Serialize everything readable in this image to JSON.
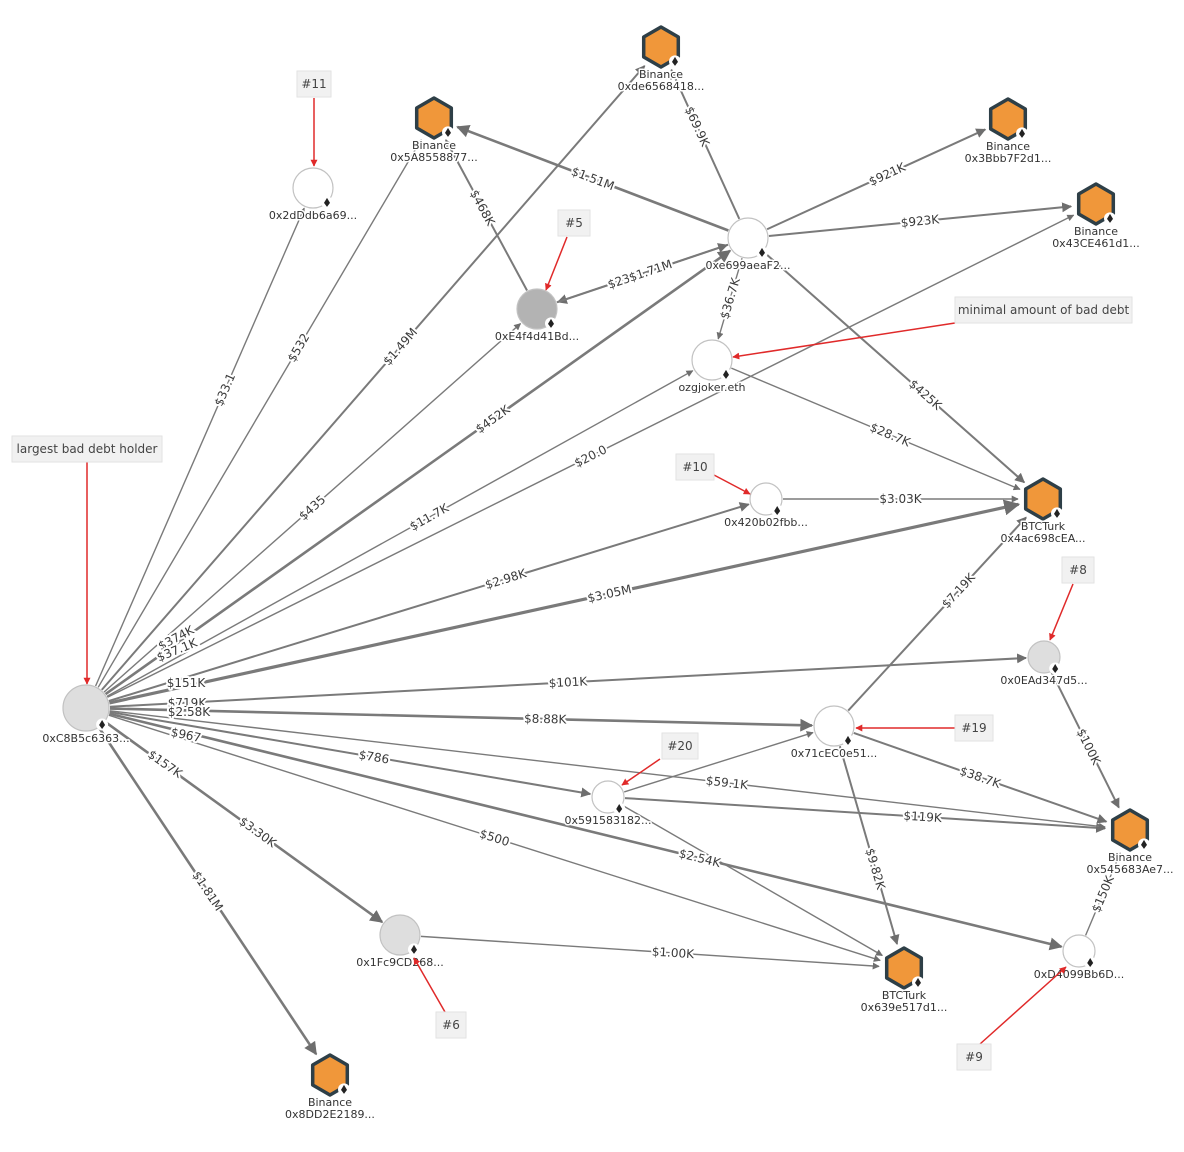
{
  "colors": {
    "edge": "#7a7a7a",
    "exchange_fill": "#f0973a",
    "exchange_stroke": "#2e3f47",
    "address_stroke": "#c2c2c2",
    "highlight": "#e02a2a",
    "callout_bg": "#f1f1f1"
  },
  "nodes": [
    {
      "id": "c8b5",
      "kind": "address",
      "shade": "light",
      "size": "xl",
      "label": "0xC8B5c6363..."
    },
    {
      "id": "dedd",
      "kind": "address",
      "shade": "white",
      "size": "m",
      "label": "0x2dDdb6a69..."
    },
    {
      "id": "b5a8",
      "kind": "exchange",
      "size": "m",
      "name": "Binance",
      "label": "0x5A8558877..."
    },
    {
      "id": "bde6",
      "kind": "exchange",
      "size": "m",
      "name": "Binance",
      "label": "0xde6568418..."
    },
    {
      "id": "b3bb",
      "kind": "exchange",
      "size": "m",
      "name": "Binance",
      "label": "0x3Bbb7F2d1..."
    },
    {
      "id": "b43c",
      "kind": "exchange",
      "size": "m",
      "name": "Binance",
      "label": "0x43CE461d1..."
    },
    {
      "id": "e699",
      "kind": "address",
      "shade": "white",
      "size": "m",
      "label": "0xe699aeaF2..."
    },
    {
      "id": "e4f4",
      "kind": "address",
      "shade": "dark",
      "size": "m",
      "label": "0xE4f4d41Bd..."
    },
    {
      "id": "ozgj",
      "kind": "address",
      "shade": "white",
      "size": "m",
      "label": "ozgjoker.eth"
    },
    {
      "id": "4201",
      "kind": "address",
      "shade": "white",
      "size": "s",
      "label": "0x420b02fbb..."
    },
    {
      "id": "bt4a",
      "kind": "exchange",
      "size": "m",
      "name": "BTCTurk",
      "label": "0x4ac698cEA..."
    },
    {
      "id": "0ead",
      "kind": "address",
      "shade": "light",
      "size": "s",
      "label": "0x0EAd347d5..."
    },
    {
      "id": "71ce",
      "kind": "address",
      "shade": "white",
      "size": "m",
      "label": "0x71cEC0e51..."
    },
    {
      "id": "5915",
      "kind": "address",
      "shade": "white",
      "size": "s",
      "label": "0x591583182..."
    },
    {
      "id": "b545",
      "kind": "exchange",
      "size": "m",
      "name": "Binance",
      "label": "0x545683Ae7..."
    },
    {
      "id": "1fc9",
      "kind": "address",
      "shade": "light",
      "size": "m",
      "label": "0x1Fc9CD268..."
    },
    {
      "id": "bt63",
      "kind": "exchange",
      "size": "m",
      "name": "BTCTurk",
      "label": "0x639e517d1..."
    },
    {
      "id": "d409",
      "kind": "address",
      "shade": "white",
      "size": "s",
      "label": "0xD4099Bb6D..."
    },
    {
      "id": "b8dd",
      "kind": "exchange",
      "size": "m",
      "name": "Binance",
      "label": "0x8DD2E2189..."
    }
  ],
  "edges": [
    {
      "from": "c8b5",
      "to": "dedd",
      "label": "$33.1",
      "weight": 1
    },
    {
      "from": "c8b5",
      "to": "bde6",
      "label": "$1.49M",
      "weight": 2
    },
    {
      "from": "c8b5",
      "to": "e4f4",
      "label": "$435",
      "weight": 1
    },
    {
      "from": "c8b5",
      "to": "e699",
      "label": "$452K",
      "weight": 3
    },
    {
      "from": "c8b5",
      "to": "ozgj",
      "label": "$11.7K",
      "weight": 1
    },
    {
      "from": "c8b5",
      "to": "b43c",
      "label": "$20.0",
      "weight": 1
    },
    {
      "from": "c8b5",
      "to": "4201",
      "label": "$2.98K",
      "weight": 2
    },
    {
      "from": "c8b5",
      "to": "bt4a",
      "label": "$3.05M",
      "weight": 4
    },
    {
      "from": "c8b5",
      "to": "0ead",
      "label": "$101K",
      "weight": 2
    },
    {
      "from": "c8b5",
      "to": "71ce",
      "label": "$8.88K",
      "weight": 3
    },
    {
      "from": "c8b5",
      "to": "5915",
      "label": "$786",
      "weight": 2
    },
    {
      "from": "c8b5",
      "to": "bt63",
      "label": "$500",
      "weight": 1
    },
    {
      "from": "c8b5",
      "to": "d409",
      "label": "$2.54K",
      "weight": 3
    },
    {
      "from": "c8b5",
      "to": "1fc9",
      "label": "$3.30K",
      "weight": 3
    },
    {
      "from": "c8b5",
      "to": "b8dd",
      "label": "$1.81M",
      "weight": 3
    },
    {
      "from": "c8b5",
      "to": "b5a8",
      "label": "$532",
      "weight": 1
    },
    {
      "from": "e4f4",
      "to": "b5a8",
      "label": "$468K",
      "weight": 2
    },
    {
      "from": "e699",
      "to": "b5a8",
      "label": "$1.51M",
      "weight": 3
    },
    {
      "from": "e699",
      "to": "bde6",
      "label": "$69.9K",
      "weight": 2
    },
    {
      "from": "e699",
      "to": "b3bb",
      "label": "$921K",
      "weight": 2
    },
    {
      "from": "e699",
      "to": "b43c",
      "label": "$923K",
      "weight": 2
    },
    {
      "from": "e699",
      "to": "e4f4",
      "label": "$234",
      "weight": 2
    },
    {
      "from": "e4f4",
      "to": "e699",
      "label": "$1.71M",
      "weight": 2
    },
    {
      "from": "e699",
      "to": "ozgj",
      "label": "$36.7K",
      "weight": 1
    },
    {
      "from": "e699",
      "to": "bt4a",
      "label": "$425K",
      "weight": 2
    },
    {
      "from": "ozgj",
      "to": "bt4a",
      "label": "$28.7K",
      "weight": 1
    },
    {
      "from": "4201",
      "to": "bt4a",
      "label": "$3.03K",
      "weight": 1
    },
    {
      "from": "71ce",
      "to": "bt4a",
      "label": "$7.19K",
      "weight": 2
    },
    {
      "from": "0ead",
      "to": "b545",
      "label": "$100K",
      "weight": 2
    },
    {
      "from": "71ce",
      "to": "b545",
      "label": "$38.7K",
      "weight": 2
    },
    {
      "from": "5915",
      "to": "b545",
      "label": "$119K",
      "weight": 2
    },
    {
      "from": "5915",
      "to": "71ce",
      "label": "",
      "weight": 1
    },
    {
      "from": "5915",
      "to": "bt63",
      "label": "",
      "weight": 1
    },
    {
      "from": "71ce",
      "to": "bt63",
      "label": "$9.82K",
      "weight": 2
    },
    {
      "from": "1fc9",
      "to": "bt63",
      "label": "$1.00K",
      "weight": 1
    },
    {
      "from": "d409",
      "to": "b545",
      "label": "$150K",
      "weight": 1
    },
    {
      "from": "c8b5",
      "to": "b545",
      "label": "$59.1K",
      "weight": 1
    }
  ],
  "extra_labels": [
    "$374K",
    "$37.1K",
    "$151K",
    "$719K",
    "$2.58K",
    "$967",
    "$157K"
  ],
  "callouts": [
    {
      "id": "c11",
      "text": "#11",
      "target": "dedd"
    },
    {
      "id": "c5",
      "text": "#5",
      "target": "e4f4"
    },
    {
      "id": "cmin",
      "text": "minimal amount of bad debt",
      "target": "ozgj"
    },
    {
      "id": "clarge",
      "text": "largest bad debt holder",
      "target": "c8b5"
    },
    {
      "id": "c10",
      "text": "#10",
      "target": "4201"
    },
    {
      "id": "c8",
      "text": "#8",
      "target": "0ead"
    },
    {
      "id": "c19",
      "text": "#19",
      "target": "71ce"
    },
    {
      "id": "c20",
      "text": "#20",
      "target": "5915"
    },
    {
      "id": "c6",
      "text": "#6",
      "target": "1fc9"
    },
    {
      "id": "c9",
      "text": "#9",
      "target": "d409"
    }
  ]
}
